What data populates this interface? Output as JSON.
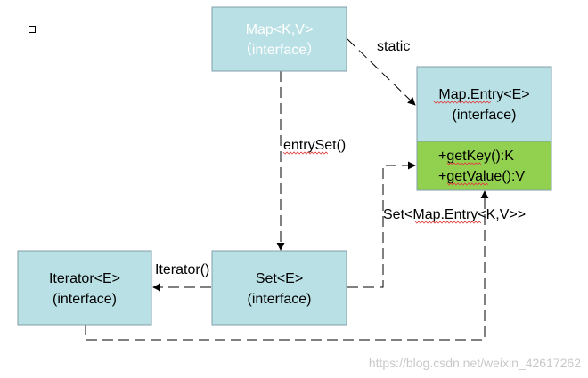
{
  "diagram": {
    "nodes": {
      "map": {
        "line1": "Map<K,V>",
        "line2": "（interface）",
        "fill": "#b9e0e4"
      },
      "entry": {
        "line1": "Map.Entry<E>",
        "line2": "(interface)",
        "fill": "#b9e0e4"
      },
      "entry_methods": {
        "line1": "+getKey():K",
        "line2": "+getValue():V",
        "fill": "#92d050"
      },
      "set": {
        "line1": "Set<E>",
        "line2": "(interface)",
        "fill": "#b9e0e4"
      },
      "iterator": {
        "line1": "Iterator<E>",
        "line2": "(interface)",
        "fill": "#b9e0e4"
      }
    },
    "edges": {
      "map_to_entry": "static",
      "map_to_set": "entrySet()",
      "set_to_entry": "Set<Map.Entry<K,V>>",
      "set_to_iterator": "Iterator()"
    },
    "colors": {
      "border": "#7f9fa8",
      "line": "#000000",
      "map_text": "#ffffff"
    }
  },
  "watermark": "https://blog.csdn.net/weixin_42617262"
}
